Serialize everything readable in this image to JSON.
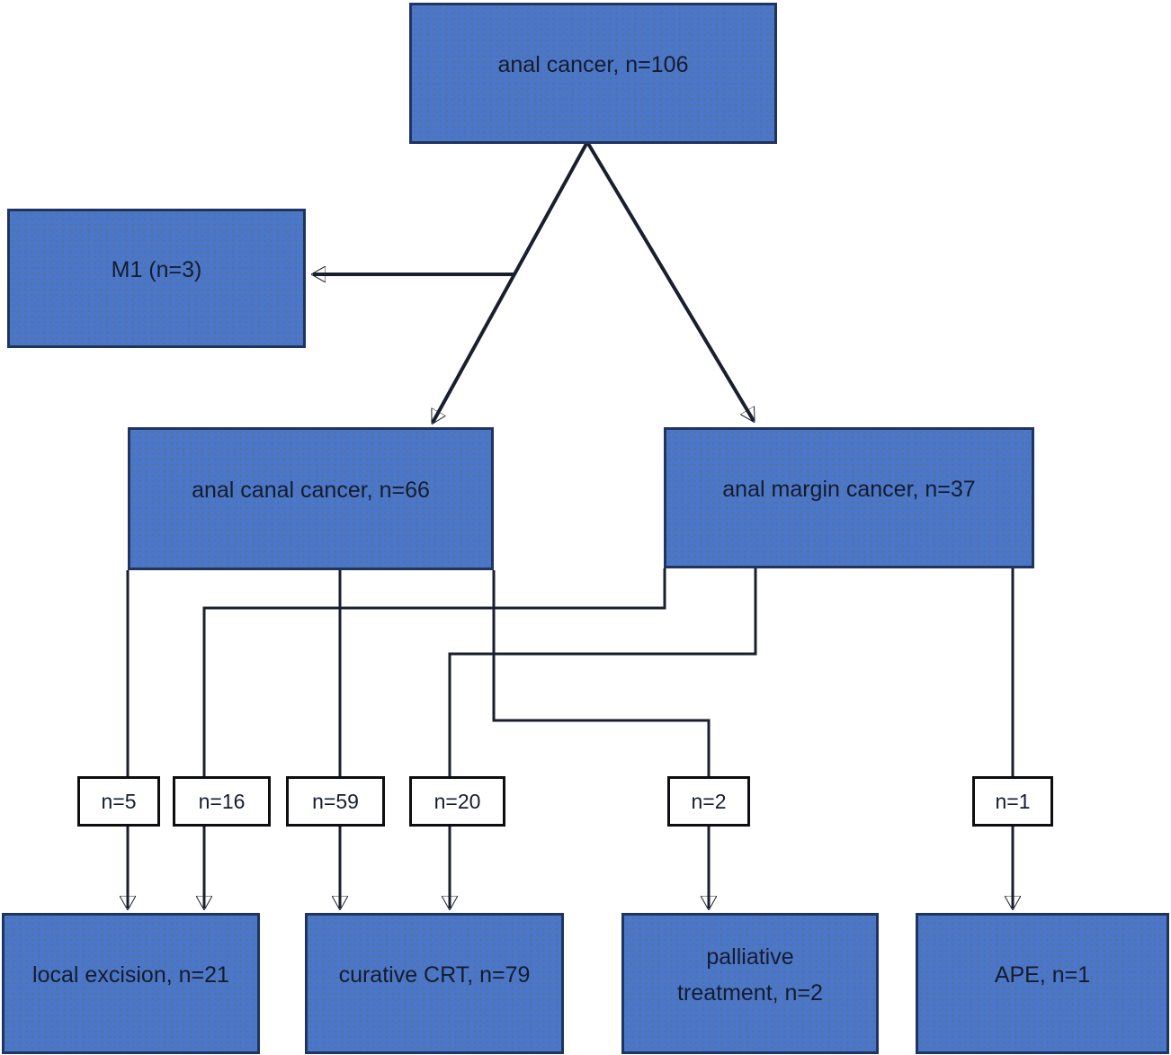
{
  "diagram": {
    "boxes": {
      "root": "anal cancer, n=106",
      "m1": "M1 (n=3)",
      "canal": "anal canal cancer, n=66",
      "margin": "anal margin cancer, n=37",
      "local_excision": "local excision, n=21",
      "curative_crt": "curative CRT, n=79",
      "palliative": "palliative treatment, n=2",
      "ape": "APE, n=1"
    },
    "counts": {
      "canal_to_local": "n=5",
      "margin_to_local": "n=16",
      "canal_to_crt": "n=59",
      "margin_to_crt": "n=20",
      "canal_to_palliative": "n=2",
      "margin_to_ape": "n=1"
    },
    "colors": {
      "node_fill": "#4a77c9",
      "node_border": "#1f3560",
      "count_fill": "#ffffff",
      "count_border": "#0e0e12",
      "connector": "#191f2e",
      "text": "#141c30"
    }
  }
}
